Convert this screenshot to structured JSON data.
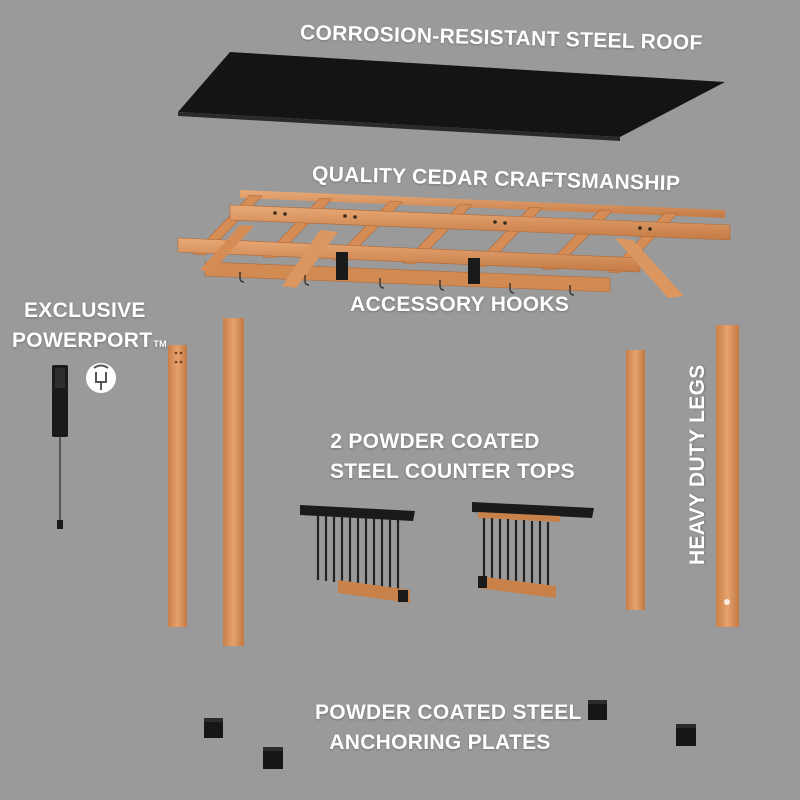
{
  "labels": {
    "roof": "CORROSION-RESISTANT STEEL ROOF",
    "cedar": "QUALITY CEDAR CRAFTSMANSHIP",
    "hooks": "ACCESSORY HOOKS",
    "powerport_line1": "EXCLUSIVE",
    "powerport_line2": "POWERPORT",
    "powerport_tm": "TM",
    "counter_line1": "2 POWDER COATED",
    "counter_line2": "STEEL COUNTER TOPS",
    "legs": "HEAVY DUTY LEGS",
    "plates_line1": "POWDER COATED STEEL",
    "plates_line2": "ANCHORING PLATES"
  },
  "colors": {
    "background": "#9a9a9a",
    "cedar": "#d9915a",
    "cedar_dark": "#b8733f",
    "steel": "#1c1c1c",
    "label": "#ffffff"
  },
  "icons": {
    "powerport_badge": "plug-icon"
  }
}
